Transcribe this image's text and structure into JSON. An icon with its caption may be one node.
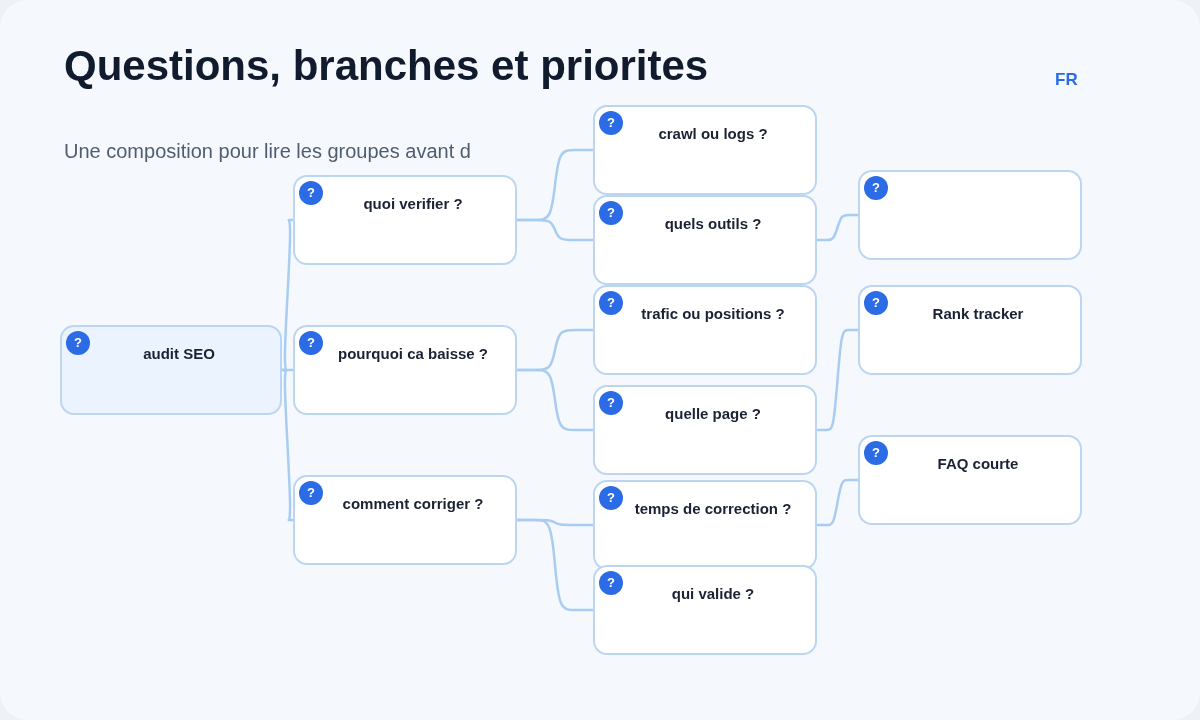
{
  "diagram": {
    "title": "Questions, branches et priorites",
    "nodes": [
      {
        "text": [
          "?",
          "audit SEO"
        ]
      },
      {
        "text": [
          "?",
          "quoi verifier ?"
        ]
      },
      {
        "text": [
          "?",
          "pourquoi ca baisse ?"
        ]
      },
      {
        "text": [
          "?",
          "comment corriger ?"
        ]
      },
      {
        "text": [
          "?",
          "crawl ou logs ?"
        ]
      },
      {
        "text": [
          "?",
          "quels outils ?"
        ]
      },
      {
        "text": [
          "?",
          "trafic ou positions ?"
        ]
      },
      {
        "text": [
          "?",
          "quelle page ?"
        ]
      },
      {
        "text": [
          "?",
          "temps de correction ?"
        ]
      },
      {
        "text": [
          "?",
          "qui valide ?"
        ]
      },
      {
        "text": [
          "?"
        ]
      },
      {
        "text": [
          "?",
          "Rank tracker"
        ]
      },
      {
        "text": [
          "?",
          "FAQ courte"
        ]
      }
    ],
    "edges": [
      {
        "from": 0,
        "to": 1,
        "arrow": "none"
      },
      {
        "from": 0,
        "to": 2,
        "arrow": "none"
      },
      {
        "from": 0,
        "to": 3,
        "arrow": "none"
      },
      {
        "from": 1,
        "to": 4,
        "arrow": "none"
      },
      {
        "from": 1,
        "to": 5,
        "arrow": "none"
      },
      {
        "from": 2,
        "to": 6,
        "arrow": "none"
      },
      {
        "from": 2,
        "to": 7,
        "arrow": "none"
      },
      {
        "from": 3,
        "to": 8,
        "arrow": "none"
      },
      {
        "from": 3,
        "to": 9,
        "arrow": "none"
      },
      {
        "from": 5,
        "to": 10,
        "arrow": "none"
      },
      {
        "from": 7,
        "to": 11,
        "arrow": "none"
      },
      {
        "from": 8,
        "to": 12,
        "arrow": "none"
      }
    ],
    "labels": [
      "FR",
      "Une composition pour lire les groupes avant d"
    ]
  }
}
